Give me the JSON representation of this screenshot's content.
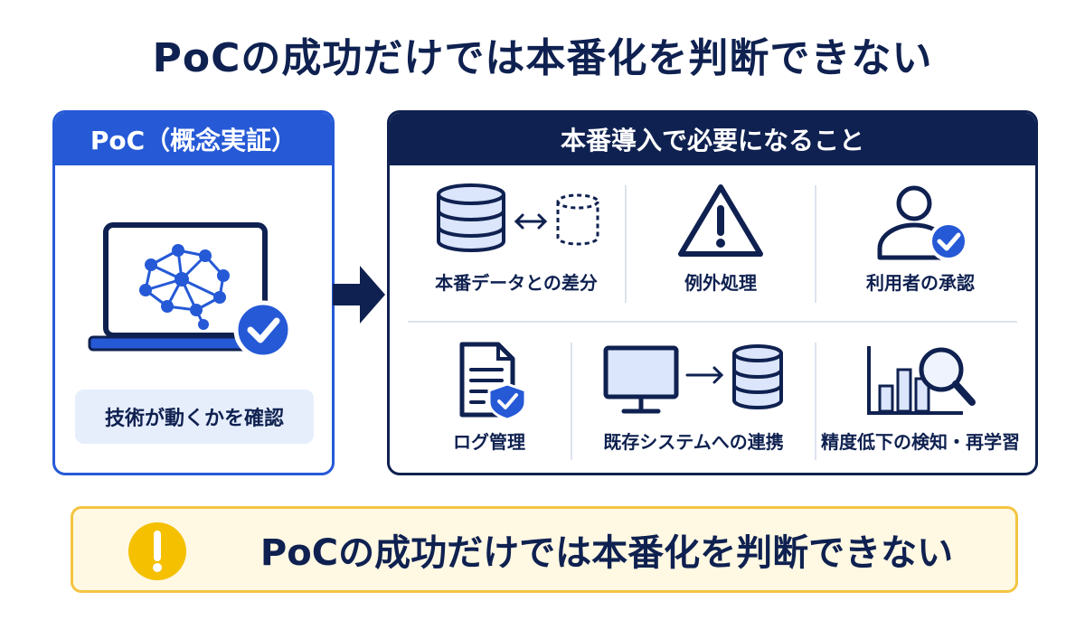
{
  "title": "PoCの成功だけでは本番化を判断できない",
  "poc": {
    "header": "PoC（概念実証）",
    "label": "技術が動くかを確認"
  },
  "requirements": {
    "header": "本番導入で必要になること",
    "items": [
      {
        "label": "本番データとの差分",
        "icon": "database-diff-icon"
      },
      {
        "label": "例外処理",
        "icon": "warning-icon"
      },
      {
        "label": "利用者の承認",
        "icon": "user-check-icon"
      },
      {
        "label": "ログ管理",
        "icon": "document-shield-icon"
      },
      {
        "label": "既存システムへの連携",
        "icon": "monitor-to-database-icon"
      },
      {
        "label": "精度低下の検知・再学習",
        "icon": "chart-magnifier-icon"
      }
    ]
  },
  "callout": {
    "text": "PoCの成功だけでは本番化を判断できない",
    "icon": "exclamation-icon"
  },
  "colors": {
    "navy": "#0f2150",
    "blue": "#2559d6",
    "light_blue": "#e6eefc",
    "callout_bg": "#fff8e3",
    "callout_border": "#f4c542"
  }
}
